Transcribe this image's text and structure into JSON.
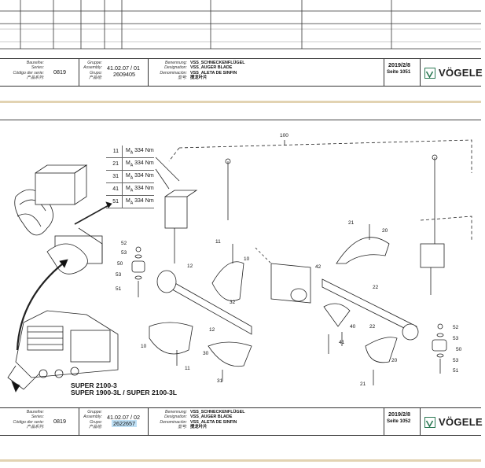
{
  "header_top": {
    "baureihe_label": [
      "Baureihe:",
      "Series:",
      "Código der serie:",
      "产品系列:"
    ],
    "series_value": "0819",
    "gruppe_label": [
      "Gruppe:",
      "Assembly:",
      "Grupo:",
      "产品组:"
    ],
    "assembly_value": "41.02.07 / 01",
    "grupo_value": "2609405",
    "benennung_label": [
      "Benennung:",
      "Designation:",
      "Denominación:",
      "型号:"
    ],
    "designation_lines": [
      "VSS_SCHNECKENFLÜGEL",
      "VSS_AUGER BLADE",
      "VSS_ALETA DE SINFIN",
      "搅龙叶片"
    ],
    "date": "2019/2/8",
    "page": "Seite 1051",
    "brand": "VÖGELE"
  },
  "header_bottom": {
    "baureihe_label": [
      "Baureihe:",
      "Series:",
      "Código der serie:",
      "产品系列:"
    ],
    "series_value": "0819",
    "gruppe_label": [
      "Gruppe:",
      "Assembly:",
      "Grupo:",
      "产品组:"
    ],
    "assembly_value": "41.02.07 / 02",
    "grupo_value": "2622657",
    "benennung_label": [
      "Benennung:",
      "Designation:",
      "Denominación:",
      "型号:"
    ],
    "designation_lines": [
      "VSS_SCHNECKENFLÜGEL",
      "VSS_AUGER BLADE",
      "VSS_ALETA DE SINFIN",
      "搅龙叶片"
    ],
    "date": "2019/2/8",
    "page": "Seite 1052",
    "brand": "VÖGELE"
  },
  "torque_table": [
    {
      "n": "11",
      "value": "334 Nm"
    },
    {
      "n": "21",
      "value": "334 Nm"
    },
    {
      "n": "31",
      "value": "334 Nm"
    },
    {
      "n": "41",
      "value": "334 Nm"
    },
    {
      "n": "51",
      "value": "334 Nm"
    }
  ],
  "torque_symbol": "M",
  "torque_sub": "A",
  "models": [
    "SUPER 2100-3",
    "SUPER 1900-3L / SUPER 2100-3L"
  ],
  "callouts": {
    "c100": "100",
    "c11a": "11",
    "c10a": "10",
    "c12a": "12",
    "c32": "32",
    "c10b": "10",
    "c11b": "11",
    "c30": "30",
    "c12b": "12",
    "c31": "31",
    "c52a": "52",
    "c53a": "53",
    "c50a": "50",
    "c53b": "53",
    "c51a": "51",
    "c21a": "21",
    "c20a": "20",
    "c42": "42",
    "c22": "22",
    "c40": "40",
    "c22b": "22",
    "c41": "41",
    "c20b": "20",
    "c21b": "21",
    "c52b": "52",
    "c53c": "53",
    "c50b": "50",
    "c53d": "53",
    "c51b": "51"
  }
}
